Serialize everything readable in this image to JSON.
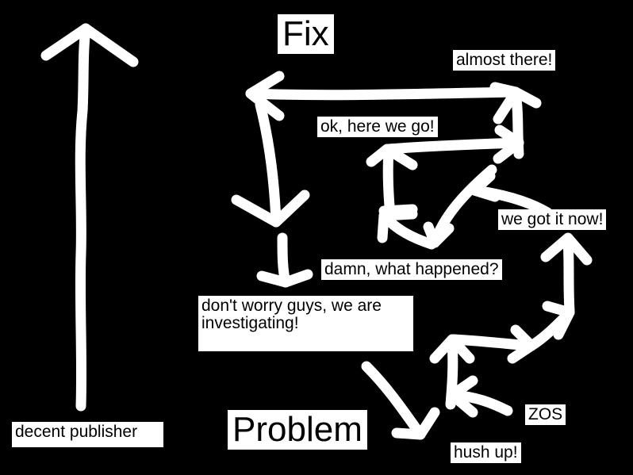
{
  "labels": {
    "fix": "Fix",
    "problem": "Problem",
    "almost_there": "almost there!",
    "ok_here_we_go": "ok, here we go!",
    "we_got_it_now": "we got it now!",
    "damn_what_happened": "damn, what happened?",
    "dont_worry": "don't worry guys, we are investigating!",
    "decent_publisher": "decent publisher",
    "zos": "ZOS",
    "hush_up": "hush up!"
  },
  "colors": {
    "background": "#000000",
    "stroke": "#ffffff",
    "text": "#000000",
    "label_background": "#ffffff"
  }
}
